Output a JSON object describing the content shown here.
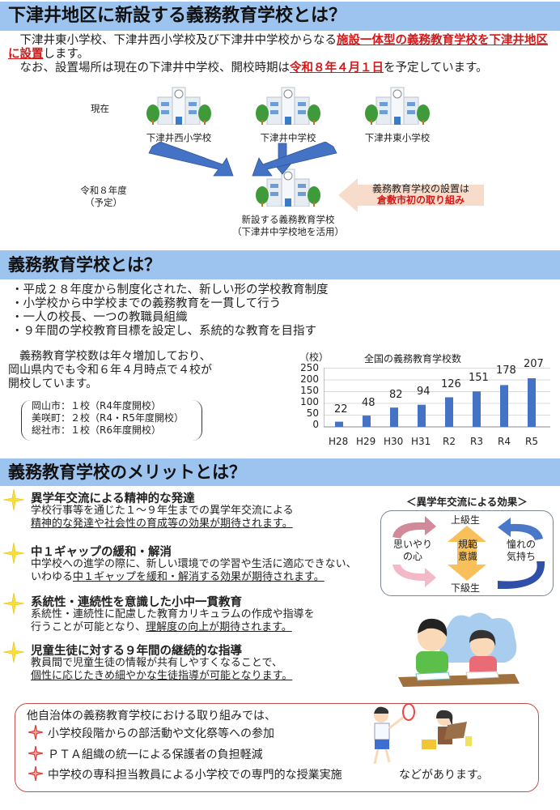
{
  "section1": {
    "title": "下津井地区に新設する義務教育学校とは？",
    "intro_line1_pre": "　下津井東小学校、下津井西小学校及び下津井中学校からなる",
    "intro_line1_highlight": "施設一体型の義務教育学校を下津井地区に設置",
    "intro_line1_post": "します。",
    "intro_line2_pre": "　なお、設置場所は現在の下津井中学校、開校時期は",
    "intro_line2_highlight": "令和８年４月１日",
    "intro_line2_post": "を予定しています。",
    "diagram": {
      "label_current": "現在",
      "label_future_line1": "令和８年度",
      "label_future_line2": "（予定）",
      "schools": [
        "下津井西小学校",
        "下津井中学校",
        "下津井東小学校"
      ],
      "new_school_line1": "新設する義務教育学校",
      "new_school_line2": "（下津井中学校地を活用）",
      "callout_line1": "義務教育学校の設置は",
      "callout_line2": "倉敷市初の取り組み"
    }
  },
  "section2": {
    "title": "義務教育学校とは？",
    "bullets": [
      "・平成２８年度から制度化された、新しい形の学校教育制度",
      "・小学校から中学校までの義務教育を一貫して行う",
      "・一人の校長、一つの教職員組織",
      "・９年間の学校教育目標を設定し、系統的な教育を目指す"
    ],
    "para_lines": [
      "　義務教育学校数は年々増加しており、",
      "岡山県内でも令和６年４月時点で４校が",
      "開校しています。"
    ],
    "okayama_list": [
      "岡山市：１校（R4年度開校）",
      "美咲町：２校（R4・R5年度開校）",
      "総社市：１校（R6年度開校）"
    ]
  },
  "chart_data": {
    "type": "bar",
    "title": "全国の義務教育学校数",
    "ylabel": "（校）",
    "xlabel": "",
    "categories": [
      "H28",
      "H29",
      "H30",
      "H31",
      "R2",
      "R3",
      "R4",
      "R5"
    ],
    "values": [
      22,
      48,
      82,
      94,
      126,
      151,
      178,
      207
    ],
    "ylim": [
      0,
      250
    ],
    "yticks": [
      0,
      50,
      100,
      150,
      200,
      250
    ],
    "grid": true,
    "bar_color": "#4472c4",
    "data_labels": true
  },
  "section3": {
    "title": "義務教育学校のメリットとは？",
    "merits": [
      {
        "title": "異学年交流による精神的な発達",
        "line1": "学校行事等を通じた１～９年生までの異学年交流による",
        "line2_plain": "",
        "line2_underlined": "精神的な発達や社会性の育成等の効果が期待されます。"
      },
      {
        "title": "中１ギャップの緩和・解消",
        "line1": "中学校への進学の際に、新しい環境での学習や生活に適応できない、",
        "line2_plain": "いわゆる",
        "line2_underlined": "中１ギャップを緩和・解消する効果が期待されます。"
      },
      {
        "title": "系統性・連続性を意識した小中一貫教育",
        "line1": "系統性・連続性に配慮した教育カリキュラムの作成や指導を",
        "line2_plain": "行うことが可能となり、",
        "line2_underlined": "理解度の向上が期待されます。"
      },
      {
        "title": "児童生徒に対する９年間の継続的な指導",
        "line1": "教員間で児童生徒の情報が共有しやすくなることで、",
        "line2_plain": "",
        "line2_underlined": "個性に応じたきめ細やかな生徒指導が可能となります。"
      }
    ],
    "effects": {
      "title": "＜異学年交流による効果＞",
      "upper": "上級生",
      "lower": "下級生",
      "left_line1": "思いやり",
      "left_line2": "の心",
      "center_line1": "規範",
      "center_line2": "意識",
      "right_line1": "憧れの",
      "right_line2": "気持ち"
    }
  },
  "other_cities": {
    "intro": "他自治体の義務教育学校における取り組みでは、",
    "items": [
      "小学校段階からの部活動や文化祭等への参加",
      "ＰＴＡ組織の統一による保護者の負担軽減",
      "中学校の専科担当教員による小学校での専門的な授業実施"
    ],
    "suffix": "などがあります。"
  }
}
